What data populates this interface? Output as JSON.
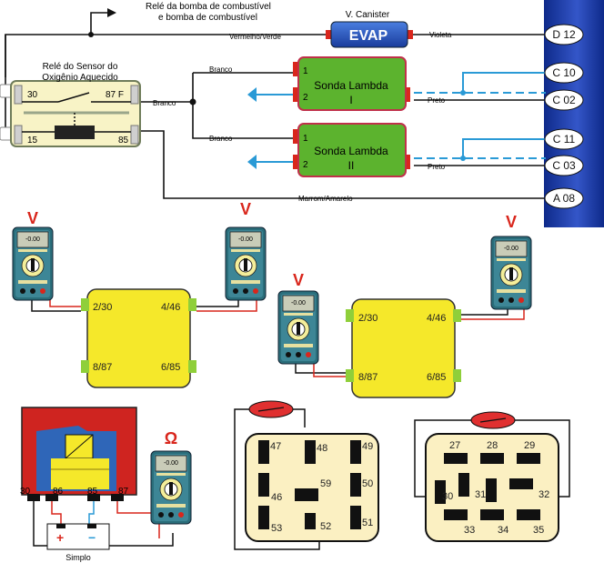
{
  "top_wiring": {
    "pump_relay_label_line1": "Relé da bomba de combustível",
    "pump_relay_label_line2": "e bomba de combustível",
    "wire_red_green": "Vermelho/Verde",
    "wire_violet": "Violeta",
    "wire_white_1": "Branco",
    "wire_white_2": "Branco",
    "wire_white_3": "Branco",
    "wire_black_1": "Preto",
    "wire_black_2": "Preto",
    "wire_brown_yellow": "Marrom/Amarelo",
    "canister_title": "V. Canister",
    "canister_label": "EVAP",
    "relay_title_line1": "Relé do Sensor do",
    "relay_title_line2": "Oxigênio Aquecido",
    "relay_pins": {
      "p30": "30",
      "p87f": "87 F",
      "p15": "15",
      "p85": "85"
    },
    "sensor1": {
      "line1": "Sonda Lambda",
      "line2": "I",
      "pin1": "1",
      "pin2": "2"
    },
    "sensor2": {
      "line1": "Sonda Lambda",
      "line2": "II",
      "pin1": "1",
      "pin2": "2"
    },
    "ecu_pins": [
      "D 12",
      "C 10",
      "C 02",
      "C 11",
      "C 03",
      "A 08"
    ]
  },
  "meters": {
    "reading": "-0.00",
    "volt_symbol": "V",
    "ohm_symbol": "Ω"
  },
  "relay_box_1": {
    "tl": "2/30",
    "tr": "4/46",
    "bl": "8/87",
    "br": "6/85"
  },
  "relay_box_2": {
    "tl": "2/30",
    "tr": "4/46",
    "bl": "8/87",
    "br": "6/85"
  },
  "bench_test": {
    "pins": {
      "p30": "30",
      "p86": "86",
      "p85": "85",
      "p87": "87"
    },
    "battery_label": "Simplo",
    "plus": "+",
    "minus": "−"
  },
  "socket_1": {
    "pins": [
      "47",
      "48",
      "49",
      "46",
      "59",
      "50",
      "53",
      "52",
      "51"
    ]
  },
  "socket_2": {
    "pins": [
      "27",
      "28",
      "29",
      "30",
      "31",
      "32",
      "33",
      "34",
      "35"
    ]
  },
  "colors": {
    "ecu_blue": "#1b3fa8",
    "sensor_green": "#5cb32e",
    "relay_yellow": "#f5e82a",
    "meter_teal": "#2a6d7a",
    "wire_red": "#d9261c",
    "wire_blue": "#2a9ad6",
    "fuse_red": "#e03030",
    "socket_cream": "#fbf0c2"
  }
}
